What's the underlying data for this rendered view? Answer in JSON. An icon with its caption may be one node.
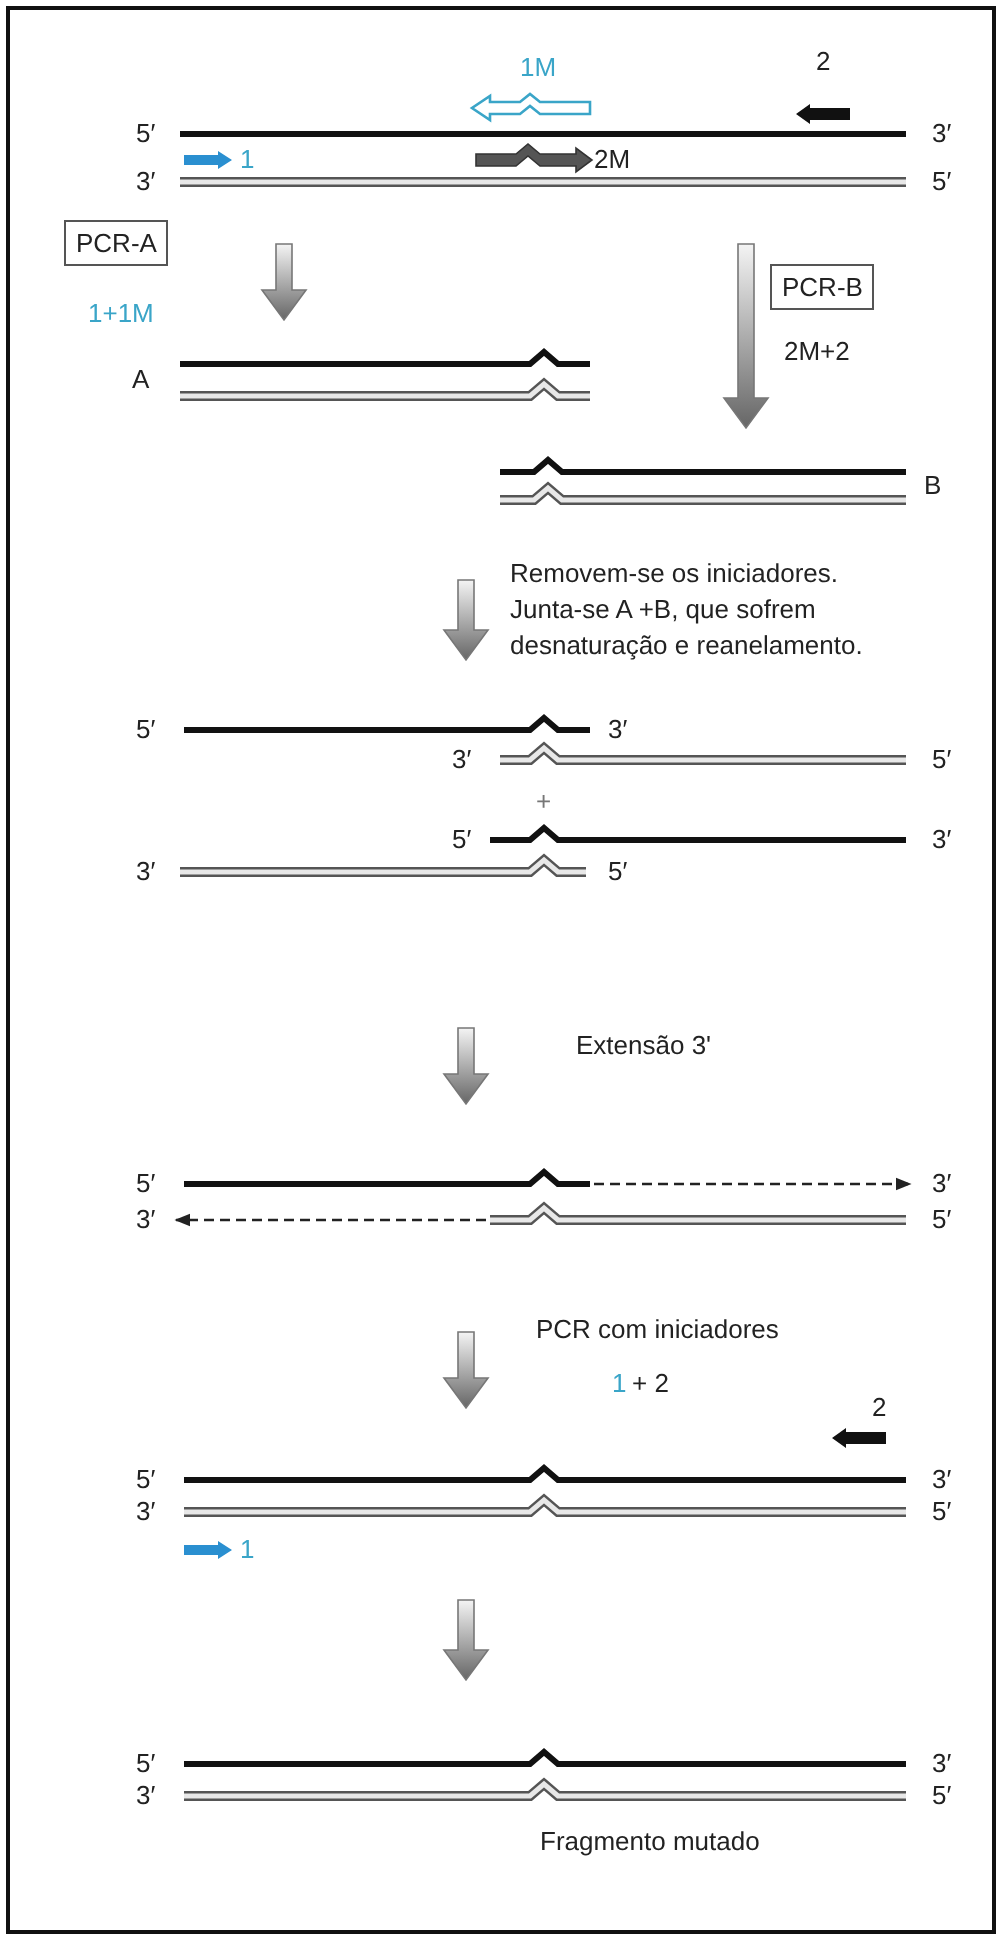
{
  "diagram": {
    "nodes": [
      {
        "text": [
          "PCR-A"
        ]
      },
      {
        "text": [
          "PCR-B"
        ]
      }
    ],
    "labels": [
      "1M",
      "2",
      "5′",
      "3′",
      "1",
      "2M",
      "3′",
      "5′",
      "1+1M",
      "2M+2",
      "A",
      "B",
      "Removem-se os iniciadores. Junta-se A +B, que sofrem desnaturação e reanelamento.",
      "5′",
      "3′",
      "3′",
      "5′",
      "+",
      "5′",
      "3′",
      "3′",
      "5′",
      "Extensão 3'",
      "5′",
      "3′",
      "3′",
      "5′",
      "PCR com iniciadores",
      "1",
      "+ 2",
      "2",
      "5′",
      "3′",
      "3′",
      "5′",
      "1",
      "5′",
      "3′",
      "3′",
      "5′",
      "Fragmento mutado"
    ]
  }
}
